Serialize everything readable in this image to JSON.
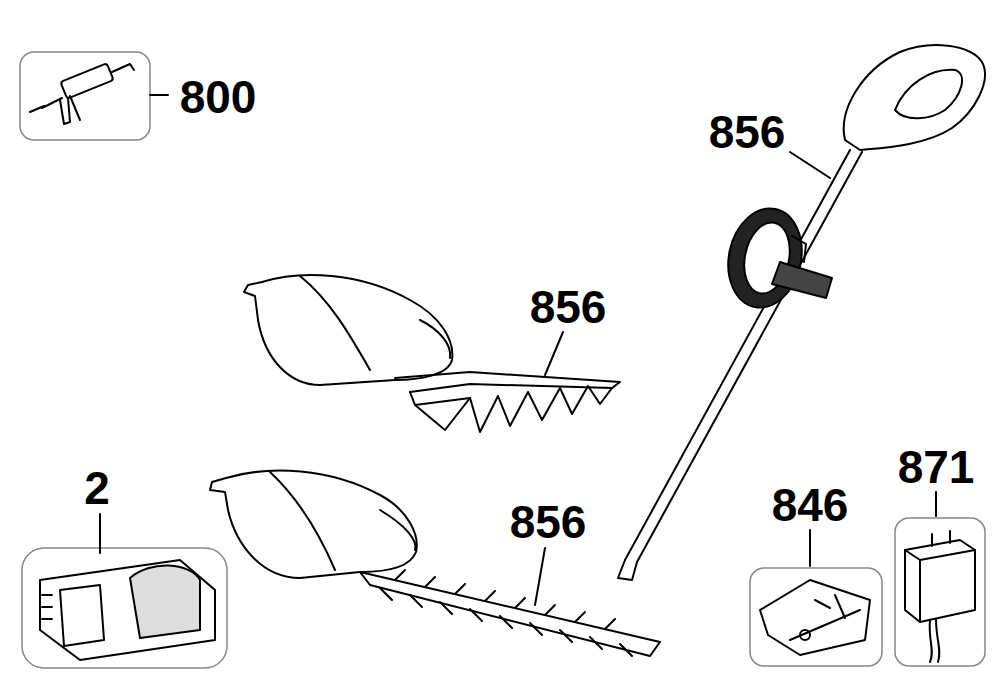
{
  "diagram": {
    "labels": [
      "800",
      "856",
      "856",
      "856",
      "2",
      "846",
      "871"
    ]
  }
}
